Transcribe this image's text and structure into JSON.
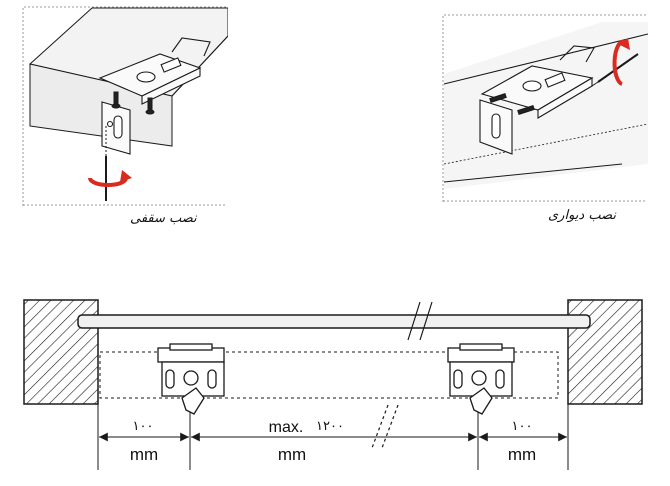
{
  "captions": {
    "ceiling_mount": "نصب سقفی",
    "wall_mount": "نصب دیواری"
  },
  "dimensions": {
    "left_gap": "۱۰۰",
    "middle_gap_prefix": "max.",
    "middle_gap": "۱۲۰۰",
    "right_gap": "۱۰۰",
    "unit": "mm"
  },
  "colors": {
    "line": "#1a1a1a",
    "rotation_arrow": "#d92b1f",
    "panel_border": "#9a9a9a"
  },
  "icons": {
    "rotation": "rotate-arrow-icon",
    "screwdriver": "screwdriver-icon",
    "screw": "screw-icon",
    "bracket": "bracket-icon"
  }
}
